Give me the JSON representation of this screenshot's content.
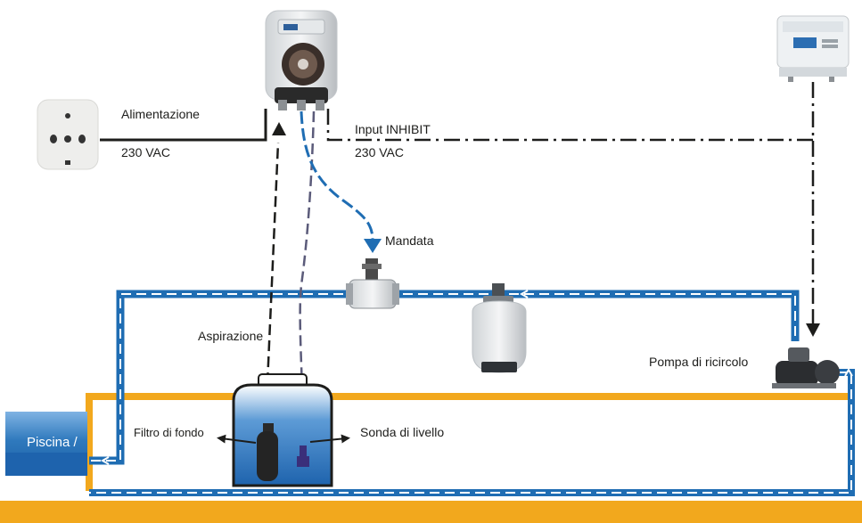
{
  "labels": {
    "alimentazione": "Alimentazione",
    "vac_left": "230 VAC",
    "input_inhibit": "Input INHIBIT",
    "vac_right": "230 VAC",
    "mandata": "Mandata",
    "aspirazione": "Aspirazione",
    "pompa": "Pompa di ricircolo",
    "filtro": "Filtro di fondo",
    "sonda": "Sonda di livello",
    "piscina": "Piscina /"
  },
  "colors": {
    "pipe_blue": "#1f6db3",
    "pool_orange": "#f2a81d",
    "pool_water": "#2f79bd",
    "line_black": "#1d1d1b",
    "probe_line": "#5b5b7a"
  }
}
